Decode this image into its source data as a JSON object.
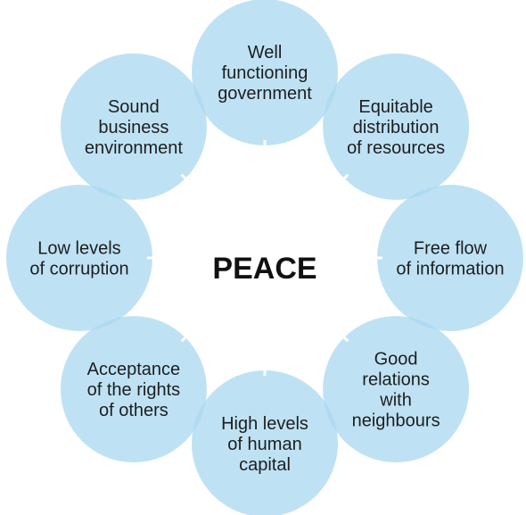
{
  "diagram": {
    "center": "PEACE",
    "colors": {
      "circle_fill": "#a8d8f0",
      "circle_opacity": 0.75,
      "spoke": "#ffffff",
      "text": "#1e1e1e"
    },
    "pillars": [
      {
        "lines": [
          "Well",
          "functioning",
          "government"
        ]
      },
      {
        "lines": [
          "Equitable",
          "distribution",
          "of resources"
        ]
      },
      {
        "lines": [
          "Free flow",
          "of information"
        ]
      },
      {
        "lines": [
          "Good",
          "relations",
          "with",
          "neighbours"
        ]
      },
      {
        "lines": [
          "High levels",
          "of human",
          "capital"
        ]
      },
      {
        "lines": [
          "Acceptance",
          "of the rights",
          "of others"
        ]
      },
      {
        "lines": [
          "Low levels",
          "of corruption"
        ]
      },
      {
        "lines": [
          "Sound",
          "business",
          "environment"
        ]
      }
    ]
  }
}
